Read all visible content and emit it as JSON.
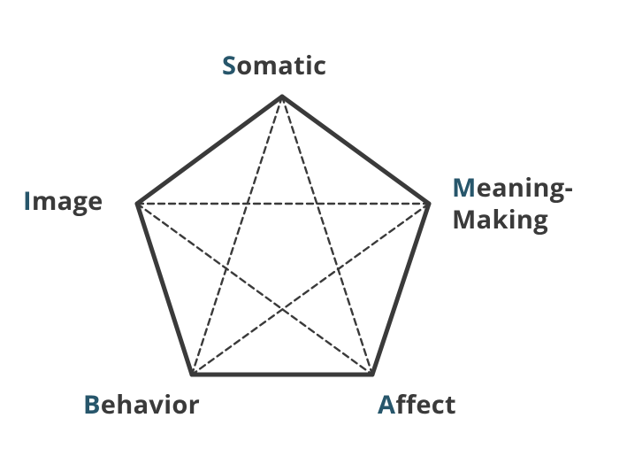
{
  "nodes": {
    "somatic": {
      "initial": "S",
      "rest": "omatic"
    },
    "meaning": {
      "initial": "M",
      "rest": "eaning-",
      "line2": "Making"
    },
    "affect": {
      "initial": "A",
      "rest": "ffect"
    },
    "behavior": {
      "initial": "B",
      "rest": "ehavior"
    },
    "image": {
      "initial": "I",
      "rest": "mage"
    }
  },
  "colors": {
    "initial_letter": "#27566b",
    "label_text": "#3a3a3a",
    "pentagon_stroke": "#3a3a3a",
    "star_stroke": "#3a3a3a",
    "background": "#ffffff"
  },
  "edges": {
    "outline": [
      [
        "somatic",
        "meaning"
      ],
      [
        "meaning",
        "affect"
      ],
      [
        "affect",
        "behavior"
      ],
      [
        "behavior",
        "image"
      ],
      [
        "image",
        "somatic"
      ]
    ],
    "dashed": [
      [
        "somatic",
        "affect"
      ],
      [
        "somatic",
        "behavior"
      ],
      [
        "image",
        "meaning"
      ],
      [
        "image",
        "affect"
      ],
      [
        "meaning",
        "behavior"
      ]
    ]
  }
}
